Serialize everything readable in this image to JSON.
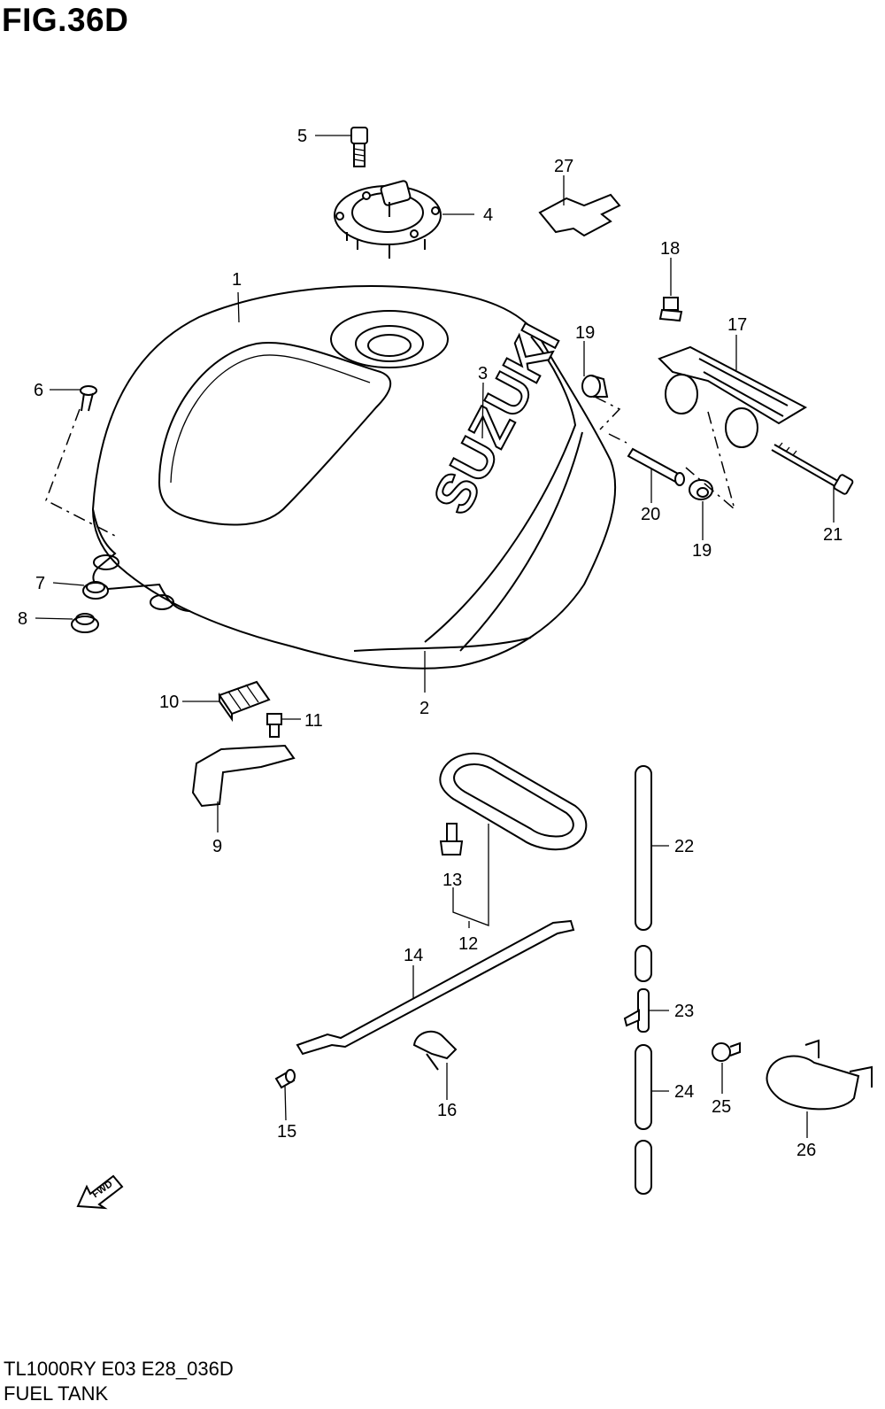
{
  "figure": {
    "title": "FIG.36D",
    "code": "TL1000RY E03 E28_036D",
    "name": "FUEL TANK"
  },
  "brand_text": "SUZUKI",
  "direction_arrow": "FWD",
  "part_numbers": [
    "1",
    "2",
    "3",
    "4",
    "5",
    "6",
    "7",
    "8",
    "9",
    "10",
    "11",
    "12",
    "13",
    "14",
    "15",
    "16",
    "17",
    "18",
    "19",
    "19",
    "20",
    "21",
    "22",
    "23",
    "24",
    "25",
    "26",
    "27"
  ]
}
